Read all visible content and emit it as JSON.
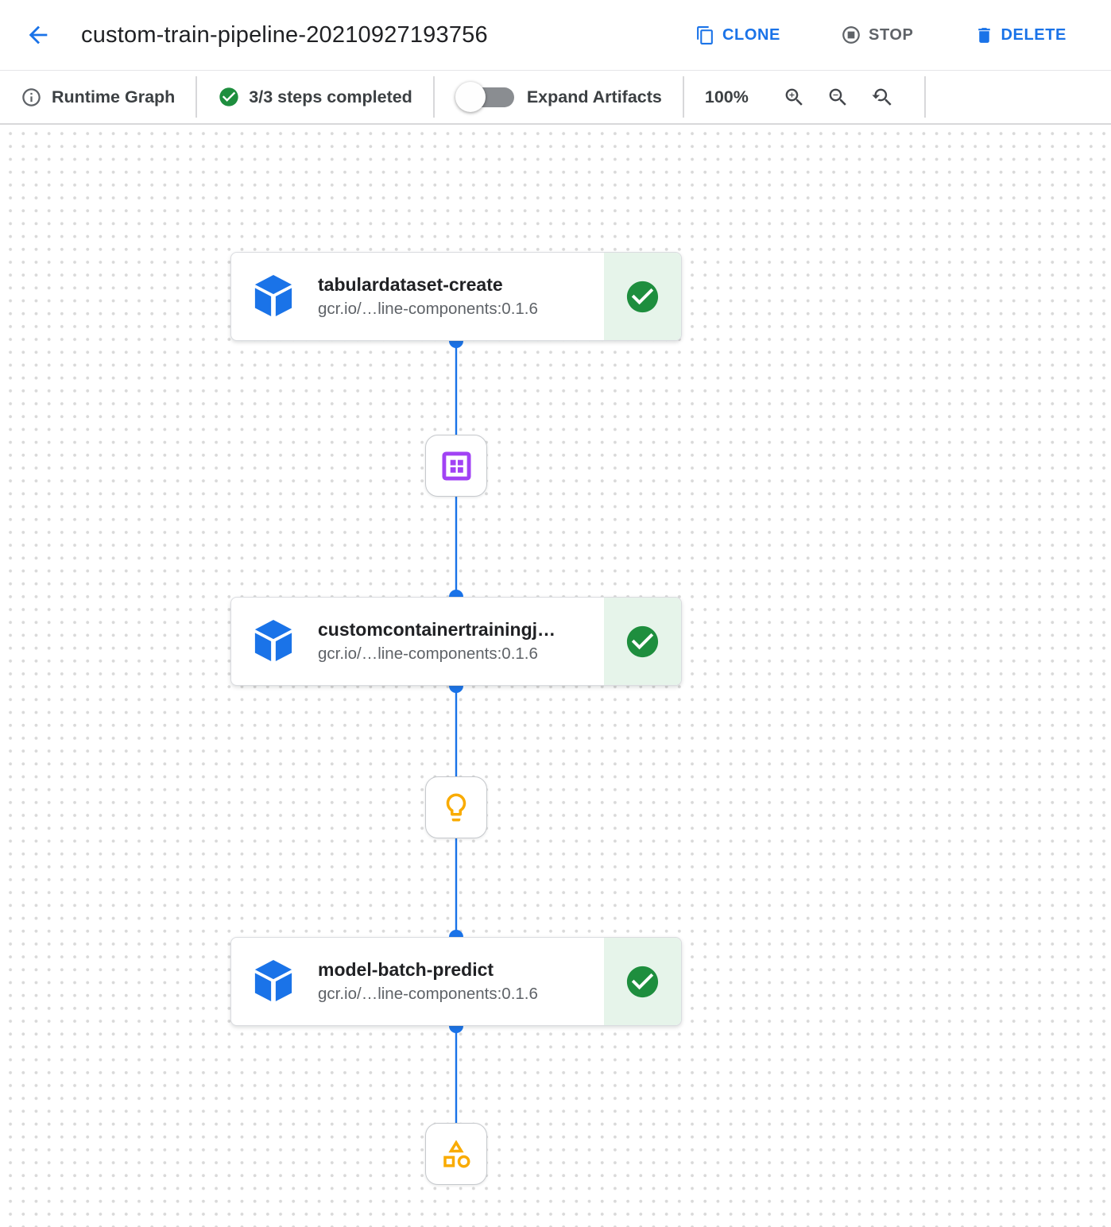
{
  "header": {
    "title": "custom-train-pipeline-20210927193756",
    "clone_label": "CLONE",
    "stop_label": "STOP",
    "delete_label": "DELETE"
  },
  "toolbar": {
    "view_label": "Runtime Graph",
    "steps_status": "3/3 steps completed",
    "toggle_label": "Expand Artifacts",
    "toggle_state": "off",
    "zoom_level": "100%"
  },
  "graph": {
    "nodes": [
      {
        "title": "tabulardataset-create",
        "subtitle": "gcr.io/…line-components:0.1.6",
        "status": "completed"
      },
      {
        "title": "customcontainertrainingj…",
        "subtitle": "gcr.io/…line-components:0.1.6",
        "status": "completed"
      },
      {
        "title": "model-batch-predict",
        "subtitle": "gcr.io/…line-components:0.1.6",
        "status": "completed"
      }
    ],
    "artifacts": [
      {
        "type": "dataset",
        "icon": "dataset-icon",
        "color": "#a142f4"
      },
      {
        "type": "model",
        "icon": "lightbulb-icon",
        "color": "#f9ab00"
      },
      {
        "type": "generic",
        "icon": "category-icon",
        "color": "#f9ab00"
      }
    ]
  },
  "colors": {
    "accent_blue": "#1a73e8",
    "success_green": "#1e8e3e",
    "success_bg": "#e6f4ea",
    "artifact_purple": "#a142f4",
    "artifact_yellow": "#f9ab00",
    "text_dark": "#202124",
    "text_gray": "#5f6368"
  }
}
